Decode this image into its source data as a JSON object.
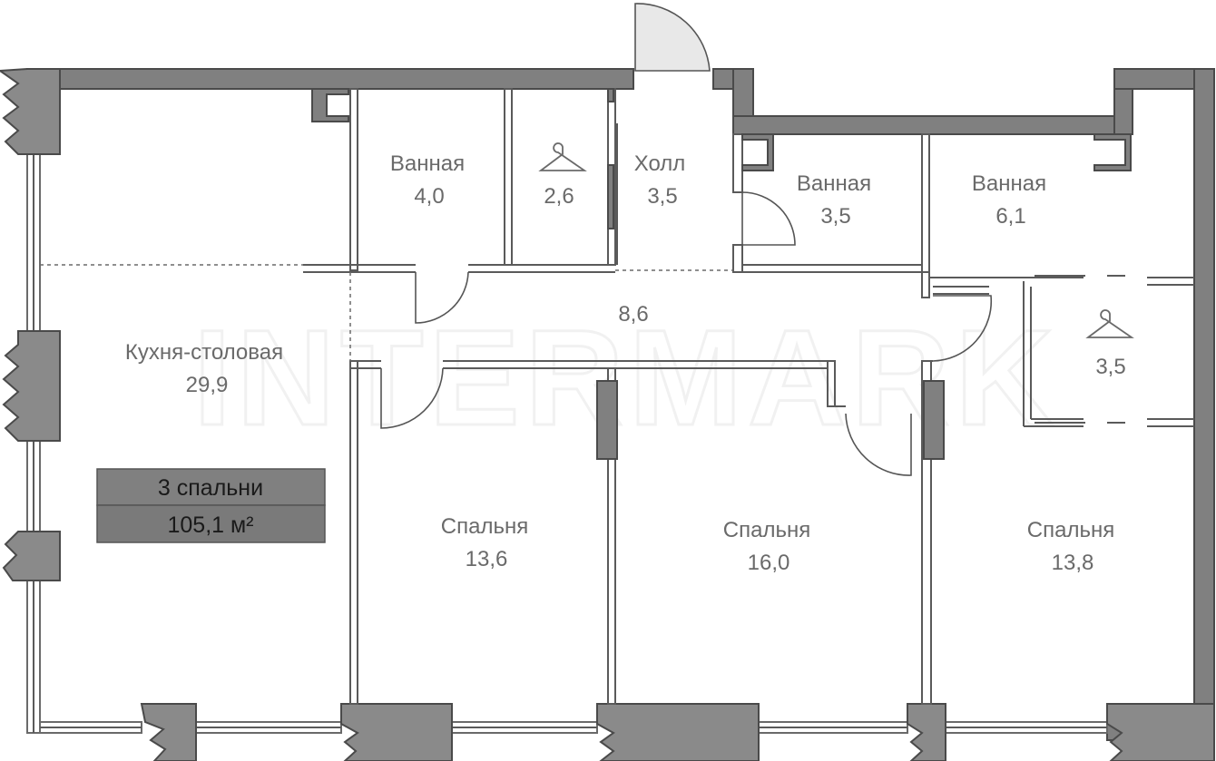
{
  "watermark": "INTERMARK",
  "rooms": [
    {
      "id": "kitchen",
      "name": "Кухня-столовая",
      "area": "29,9"
    },
    {
      "id": "bath1",
      "name": "Ванная",
      "area": "4,0"
    },
    {
      "id": "wardrobe1",
      "name": "",
      "area": "2,6",
      "icon": "hanger-icon"
    },
    {
      "id": "hall",
      "name": "Холл",
      "area": "3,5"
    },
    {
      "id": "bath2",
      "name": "Ванная",
      "area": "3,5"
    },
    {
      "id": "bath3",
      "name": "Ванная",
      "area": "6,1"
    },
    {
      "id": "corridor",
      "name": "",
      "area": "8,6"
    },
    {
      "id": "wardrobe2",
      "name": "",
      "area": "3,5",
      "icon": "hanger-icon"
    },
    {
      "id": "bed1",
      "name": "Спальня",
      "area": "13,6"
    },
    {
      "id": "bed2",
      "name": "Спальня",
      "area": "16,0"
    },
    {
      "id": "bed3",
      "name": "Спальня",
      "area": "13,8"
    }
  ],
  "summary": {
    "bedrooms": "3 спальни",
    "total_area": "105,1 м²"
  }
}
